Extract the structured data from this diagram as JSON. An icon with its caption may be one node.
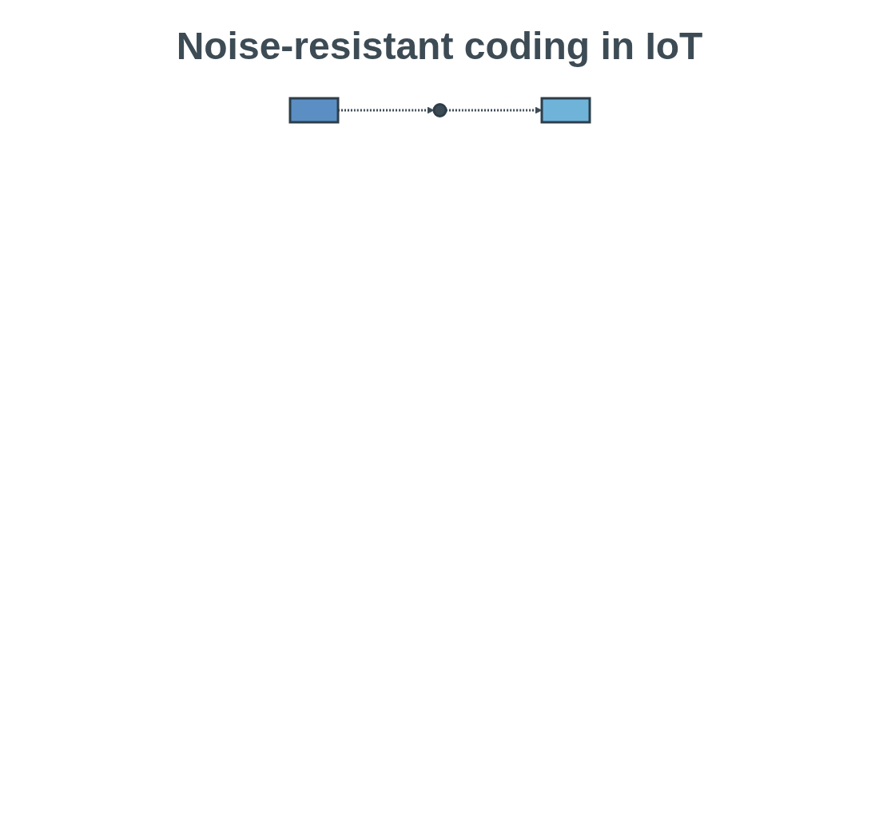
{
  "diagram": {
    "title": "Noise-resistant coding in IoT",
    "nodes": [
      {
        "text": [],
        "shape": "box"
      },
      {
        "text": [],
        "shape": "circle"
      },
      {
        "text": [],
        "shape": "box"
      }
    ],
    "edges": [
      {
        "from": 0,
        "to": 1,
        "arrow": "to",
        "style": "dashed"
      },
      {
        "from": 1,
        "to": 2,
        "arrow": "to",
        "style": "dashed"
      }
    ]
  }
}
